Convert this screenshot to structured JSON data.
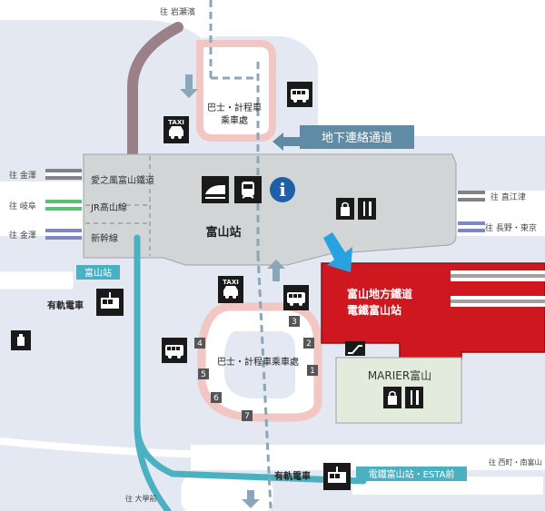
{
  "labels": {
    "to_iwasehama": "往 岩瀬濱",
    "to_kanazawa_top": "往 金澤",
    "to_gifu": "往 岐阜",
    "to_kanazawa_bottom": "往 金澤",
    "to_naoetsu": "往 直江津",
    "to_nagano_tokyo": "往 長野・東京",
    "to_nishimachi": "往 西町・南富山",
    "to_daigakumae": "往 大學前",
    "bus_taxi_north": [
      "巴士・計程車",
      "乘車處"
    ],
    "underground_passage": "地下連絡通道",
    "line_ainokaze": "愛之風富山鐵道",
    "line_jr": "JR高山線",
    "line_shinkansen": "新幹線",
    "toyama_station": "富山站",
    "tram_stop_toyamaeki": "富山站",
    "tram_left": "有軌電車",
    "tram_bottom": "有軌電車",
    "chitetsu": [
      "富山地方鐵道",
      "電鐵富山站"
    ],
    "marier": "MARIER富山",
    "bus_taxi_south": "巴士・計程車乘車處",
    "esta_stop": "電鐵富山站・ESTA前",
    "taxi_word": "TAXI",
    "info_letter": "i",
    "stops": [
      "2",
      "3",
      "1",
      "4",
      "5",
      "6",
      "7"
    ]
  },
  "colors": {
    "station": "#d2d5d6",
    "road": "#e4e8f2",
    "tram": "#4bb1c1",
    "underground": "#8aa6b8",
    "passage_arrow": "#5f8ca4",
    "ring": "#f2c6c2",
    "chitetsu": "#cf1720",
    "marier": "#e3ecdc",
    "green_line": "#5dbf73",
    "blue_line": "#7d87c2",
    "gray_line": "#7f8386",
    "ainokaze_track": "#9a8188",
    "arrow": "#29a3e0"
  },
  "icons": [
    "bus-icon",
    "taxi-icon",
    "shinkansen-icon",
    "train-icon",
    "info-icon",
    "shopping-icon",
    "restaurant-icon",
    "tram-icon",
    "escalator-icon",
    "locker-icon"
  ]
}
